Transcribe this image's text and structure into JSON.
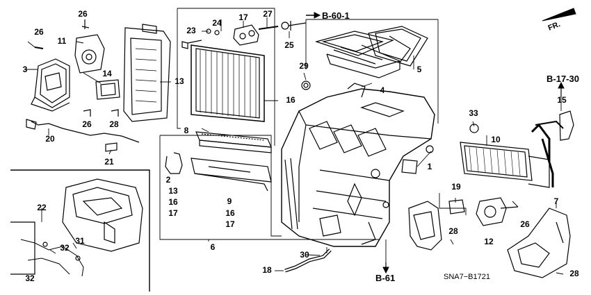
{
  "callouts": {
    "c1": "1",
    "c2": "2",
    "c3": "3",
    "c4": "4",
    "c5": "5",
    "c6": "6",
    "c7": "7",
    "c8": "8",
    "c9": "9",
    "c10": "10",
    "c11": "11",
    "c12": "12",
    "c13": "13",
    "c13b": "13",
    "c14": "14",
    "c15": "15",
    "c16": "16",
    "c16b": "16",
    "c16c": "16",
    "c17": "17",
    "c17b": "17",
    "c17c": "17",
    "c18": "18",
    "c19": "19",
    "c20": "20",
    "c21": "21",
    "c22": "22",
    "c23": "23",
    "c24": "24",
    "c25": "25",
    "c26a": "26",
    "c26b": "26",
    "c26c": "26",
    "c26d": "26",
    "c27": "27",
    "c28a": "28",
    "c28b": "28",
    "c28c": "28",
    "c29": "29",
    "c30": "30",
    "c31": "31",
    "c32a": "32",
    "c32b": "32",
    "c33": "33"
  },
  "refs": {
    "b60": "B-60-1",
    "b1730": "B-17-30",
    "b61": "B-61"
  },
  "front_label": "FR.",
  "diagram_code": "SNA7−B1721",
  "colors": {
    "ink": "#000000",
    "bg": "#ffffff"
  }
}
